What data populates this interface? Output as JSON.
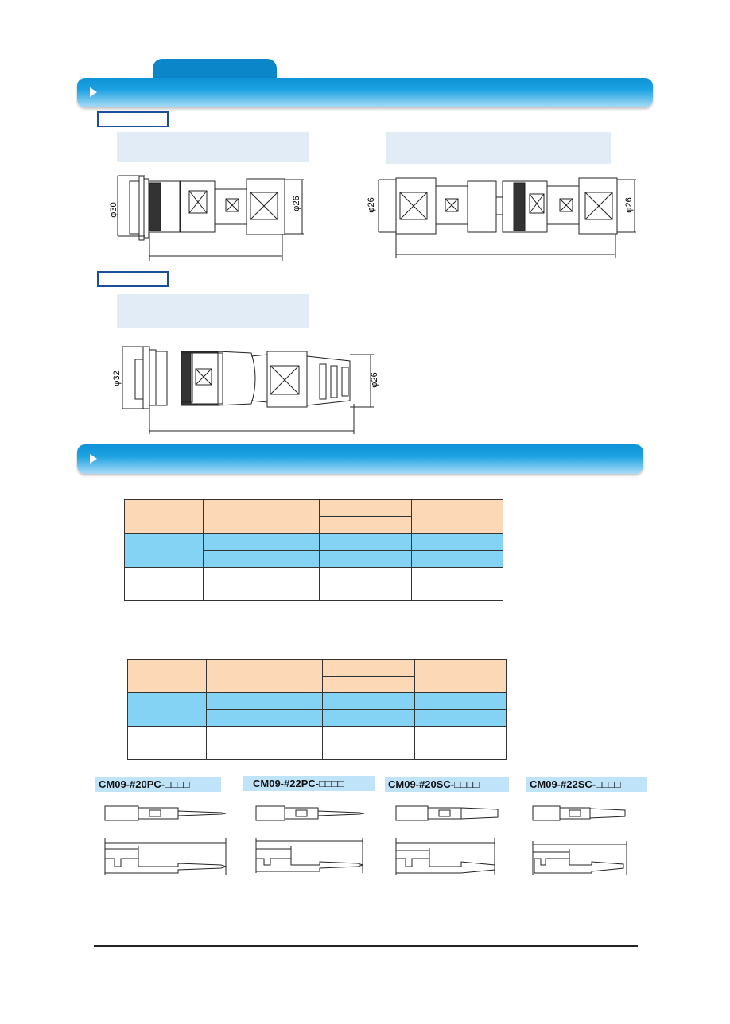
{
  "dimension_labels": {
    "phi30": "φ30",
    "phi26": "φ26",
    "phi32": "φ32"
  },
  "pin_labels": [
    "CM09-#20PC-□□□□",
    "CM09-#22PC-□□□□",
    "CM09-#20SC-□□□□",
    "CM09-#22SC-□□□□"
  ],
  "colors": {
    "section_bar": "#1ca2e2",
    "peach_header": "#fcd8b6",
    "blue_row": "#84d2f4",
    "label_border": "#1d4e9e"
  }
}
